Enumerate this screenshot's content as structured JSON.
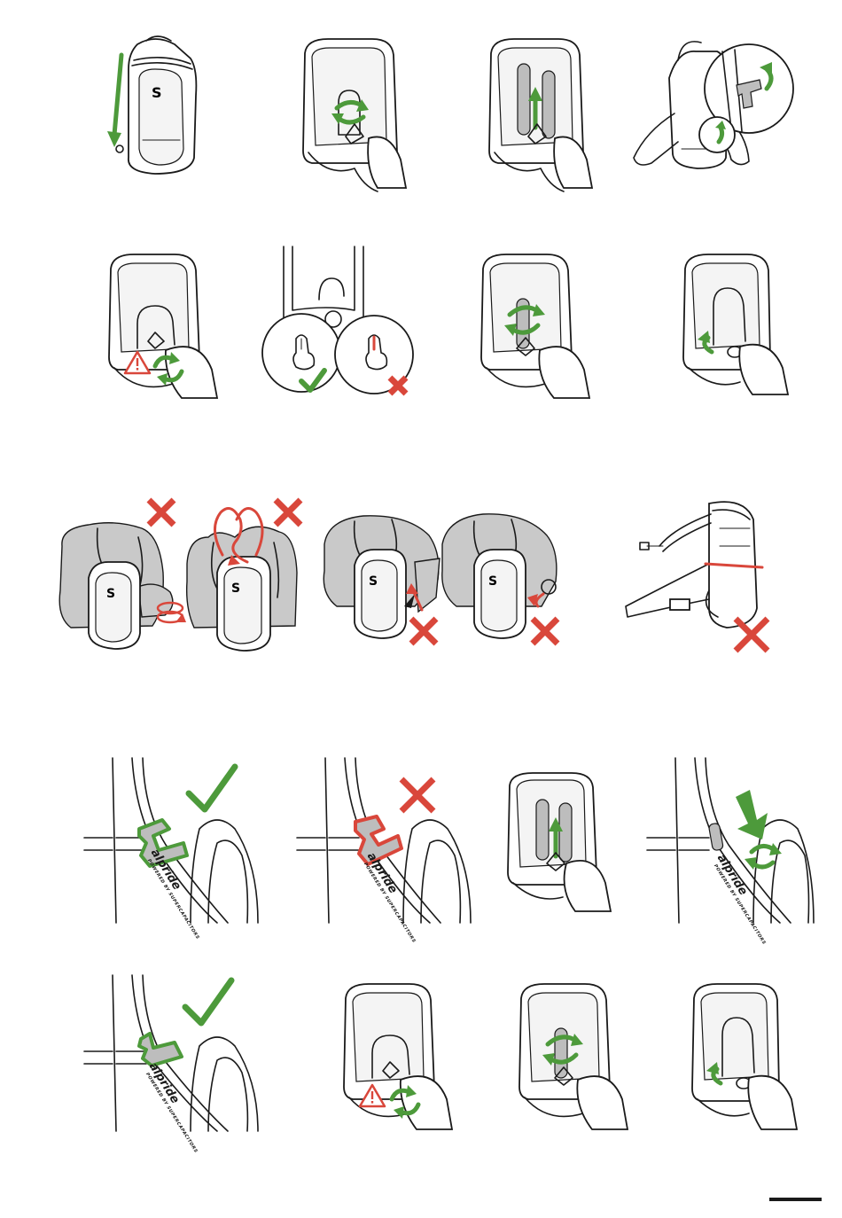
{
  "document": {
    "brand_logos": [
      {
        "main": "alpride",
        "sub": "POWERED BY SUPERCAPACITORS"
      },
      {
        "main": "alpride",
        "sub": "POWERED BY SUPERCAPACITORS"
      },
      {
        "main": "alpride",
        "sub": "POWERED BY SUPERCAPACITORS"
      },
      {
        "main": "alpride",
        "sub": "POWERED BY SUPERCAPACITORS"
      }
    ],
    "colors": {
      "ok_green": "#4d9a3b",
      "error_red": "#d9473b",
      "line_black": "#1a1a1a",
      "cover_grey": "#c9c9c9"
    },
    "icons": [
      "check-icon",
      "cross-icon",
      "warning-icon",
      "rotate-arrow-icon",
      "straight-arrow-icon"
    ]
  }
}
